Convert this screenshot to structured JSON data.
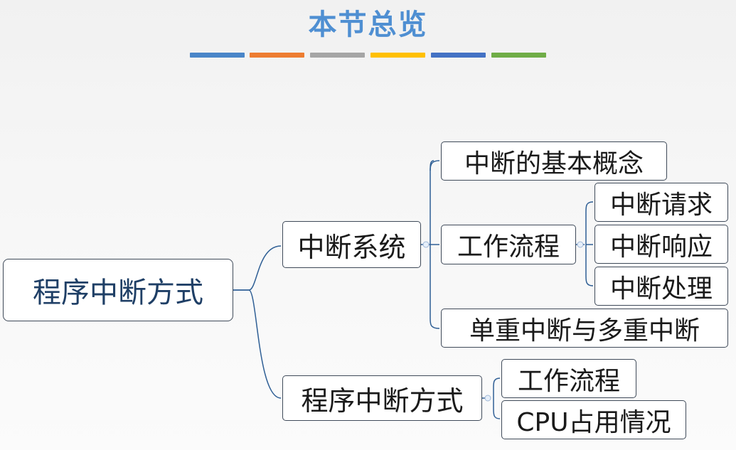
{
  "title": "本节总览",
  "title_bar_colors": [
    "#4a86c8",
    "#ed7d31",
    "#a5a5a5",
    "#ffc000",
    "#4472c4",
    "#70ad47"
  ],
  "mindmap": {
    "root": "程序中断方式",
    "branch1": {
      "label": "中断系统",
      "items": {
        "concept": "中断的基本概念",
        "workflow": "工作流程",
        "workflow_steps": [
          "中断请求",
          "中断响应",
          "中断处理"
        ],
        "multi": "单重中断与多重中断"
      }
    },
    "branch2": {
      "label": "程序中断方式",
      "items": [
        "工作流程",
        "CPU占用情况"
      ]
    }
  },
  "colors": {
    "connector": "#2f5f95",
    "node_border": "#3f4a59",
    "root_text": "#1f3f66"
  }
}
